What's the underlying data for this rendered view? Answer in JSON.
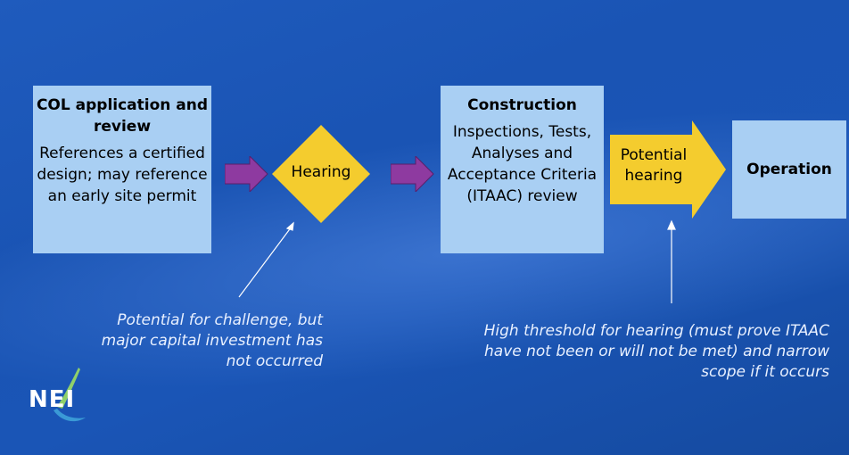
{
  "col_box": {
    "title": "COL application and review",
    "body": "References a certified design; may reference an early site permit"
  },
  "hearing_diamond": {
    "label": "Hearing"
  },
  "construction_box": {
    "title": "Construction",
    "body": "Inspections, Tests, Analyses and Acceptance Criteria (ITAAC) review"
  },
  "potential_hearing_arrow": {
    "label": "Potential hearing"
  },
  "operation_box": {
    "title": "Operation"
  },
  "notes": {
    "left": "Potential for challenge, but major capital investment has not occurred",
    "right": "High threshold for hearing (must prove ITAAC have not been or will not be met) and narrow scope if it occurs"
  },
  "logo": {
    "text": "NEI"
  },
  "colors": {
    "box_fill": "#a9cff3",
    "arrow_purple": "#8e3aa0",
    "hearing_yellow": "#f4cc2e",
    "background": "#1a55b6",
    "note_text": "#e8f0ff"
  }
}
